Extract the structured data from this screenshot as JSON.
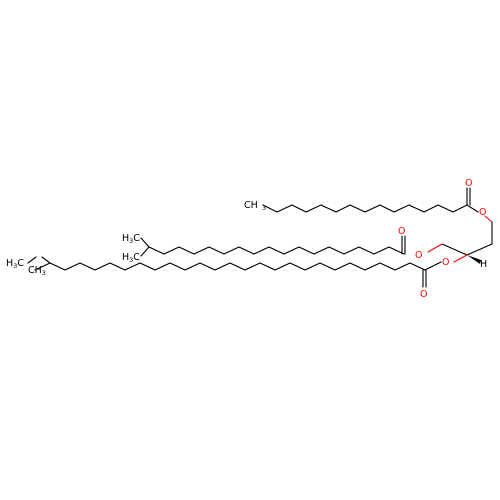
{
  "colors": {
    "background": "#ffffff",
    "bond": "#000000",
    "oxygen": "#ff0000"
  },
  "molecule": {
    "atoms": {
      "oxygen_symbol": "O",
      "hydrogen_symbol": "H",
      "methyl_labels": [
        "CH3",
        "CH3",
        "CH3",
        "H3C",
        "H3C"
      ]
    }
  }
}
